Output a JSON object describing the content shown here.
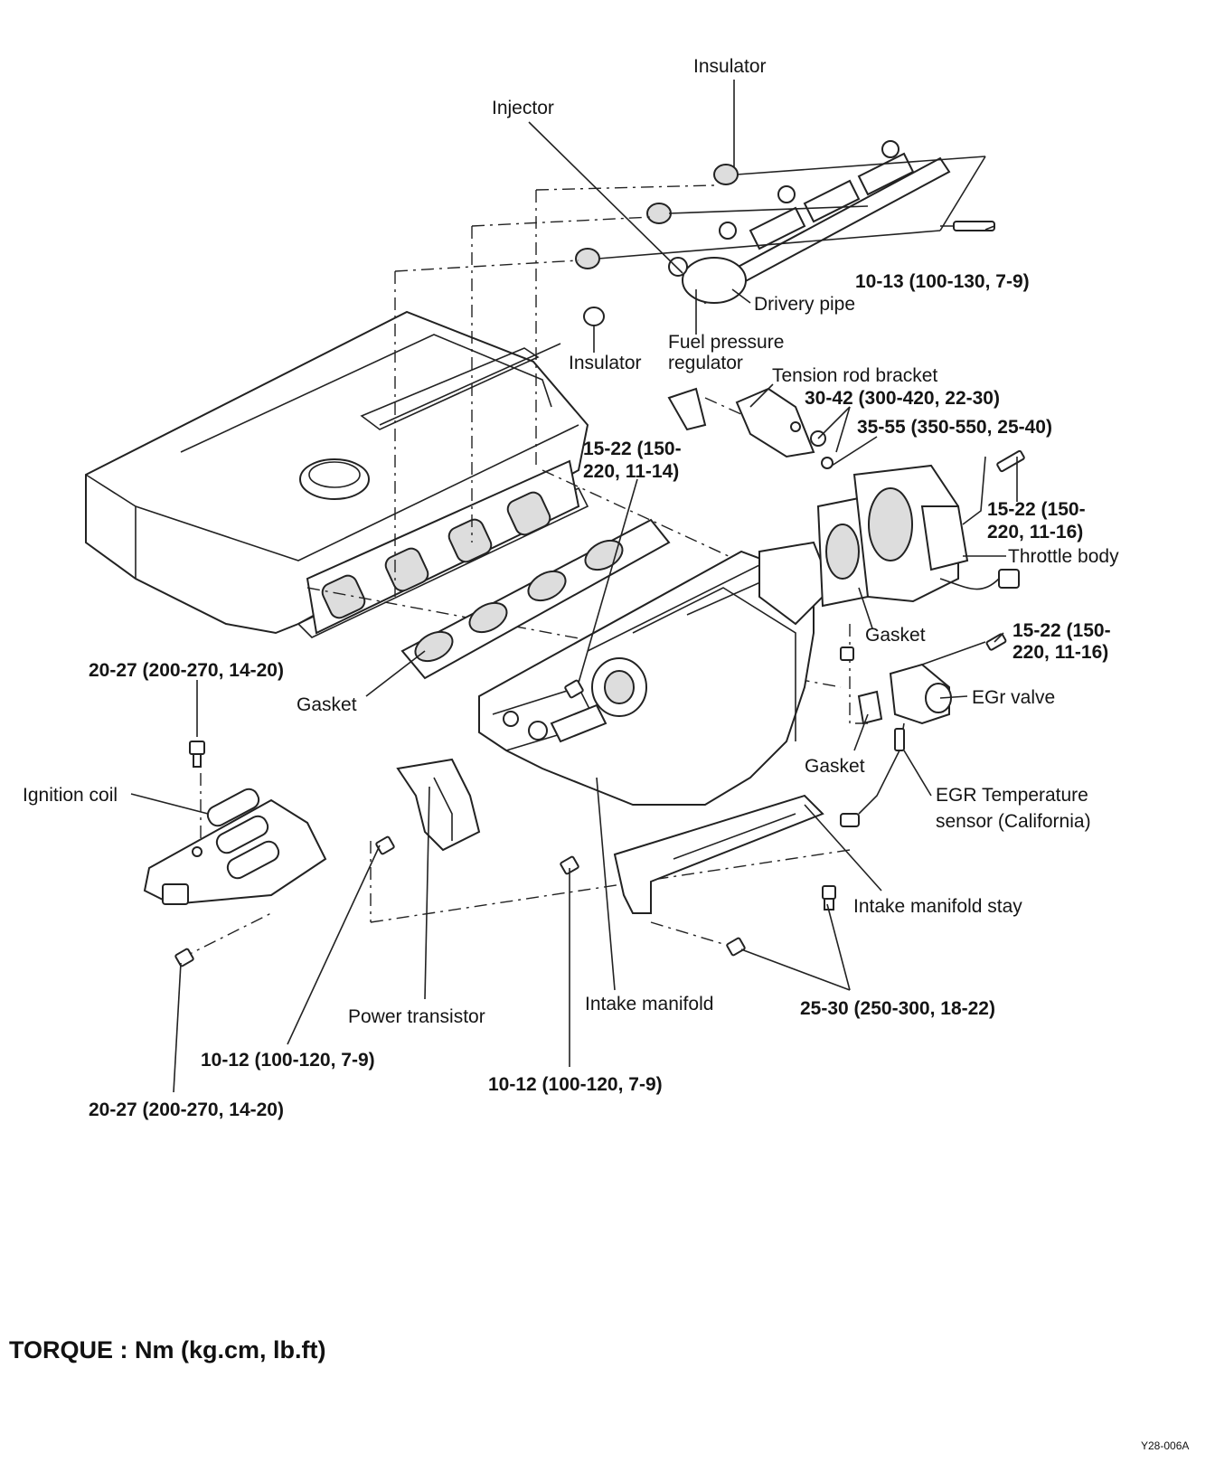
{
  "labels": {
    "insulator_top": "Insulator",
    "injector": "Injector",
    "torque_delivery_pipe": "10-13 (100-130, 7-9)",
    "delivery_pipe": "Drivery pipe",
    "fuel_pressure_regulator_1": "Fuel pressure",
    "fuel_pressure_regulator_2": "regulator",
    "insulator_mid": "Insulator",
    "tension_rod_bracket": "Tension rod bracket",
    "torque_tension_1": "30-42 (300-420, 22-30)",
    "torque_tension_2": "35-55 (350-550, 25-40)",
    "torque_15_22_a_1": "15-22 (150-",
    "torque_15_22_a_2": "220, 11-14)",
    "torque_15_22_b_1": "15-22 (150-",
    "torque_15_22_b_2": "220, 11-16)",
    "throttle_body": "Throttle body",
    "gasket_throttle": "Gasket",
    "torque_15_22_c_1": "15-22 (150-",
    "torque_15_22_c_2": "220, 11-16)",
    "egr_valve": "EGr valve",
    "gasket_egr": "Gasket",
    "egr_temp_1": "EGR Temperature",
    "egr_temp_2": "sensor (California)",
    "torque_20_27_top": "20-27 (200-270, 14-20)",
    "gasket_left": "Gasket",
    "ignition_coil": "Ignition coil",
    "intake_manifold_stay": "Intake manifold stay",
    "power_transistor": "Power transistor",
    "intake_manifold": "Intake manifold",
    "torque_25_30": "25-30 (250-300, 18-22)",
    "torque_10_12_a": "10-12 (100-120, 7-9)",
    "torque_10_12_b": "10-12 (100-120, 7-9)",
    "torque_20_27_bottom": "20-27 (200-270, 14-20)"
  },
  "footer": {
    "torque_units": "TORQUE : Nm (kg.cm, lb.ft)",
    "figure_code": "Y28-006A"
  }
}
